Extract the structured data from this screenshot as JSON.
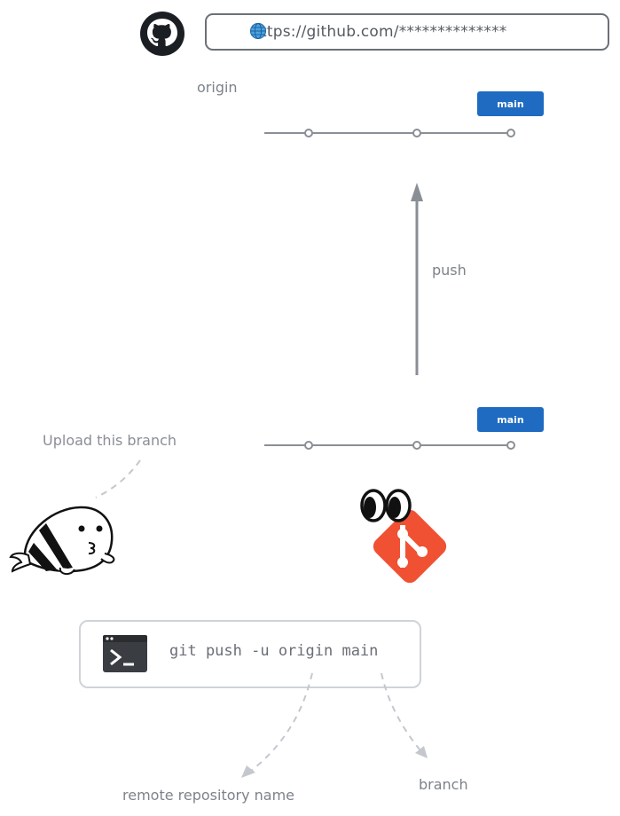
{
  "url_bar": {
    "url": "https://github.com/**************"
  },
  "remote": {
    "label": "origin",
    "branch_badge": "main"
  },
  "local": {
    "branch_badge": "main",
    "note": "Upload this branch"
  },
  "arrow": {
    "label": "push"
  },
  "command": {
    "text": "git push -u origin main",
    "remote_label": "remote repository name",
    "branch_label": "branch"
  },
  "icons": {
    "github": "github-octocat-icon",
    "globe": "globe-icon",
    "git": "git-logo-icon",
    "terminal": "terminal-icon",
    "mascot": "seal-mascot"
  },
  "colors": {
    "badge": "#1f6bc2",
    "git_logo": "#f05133",
    "line": "#8a8f96"
  }
}
